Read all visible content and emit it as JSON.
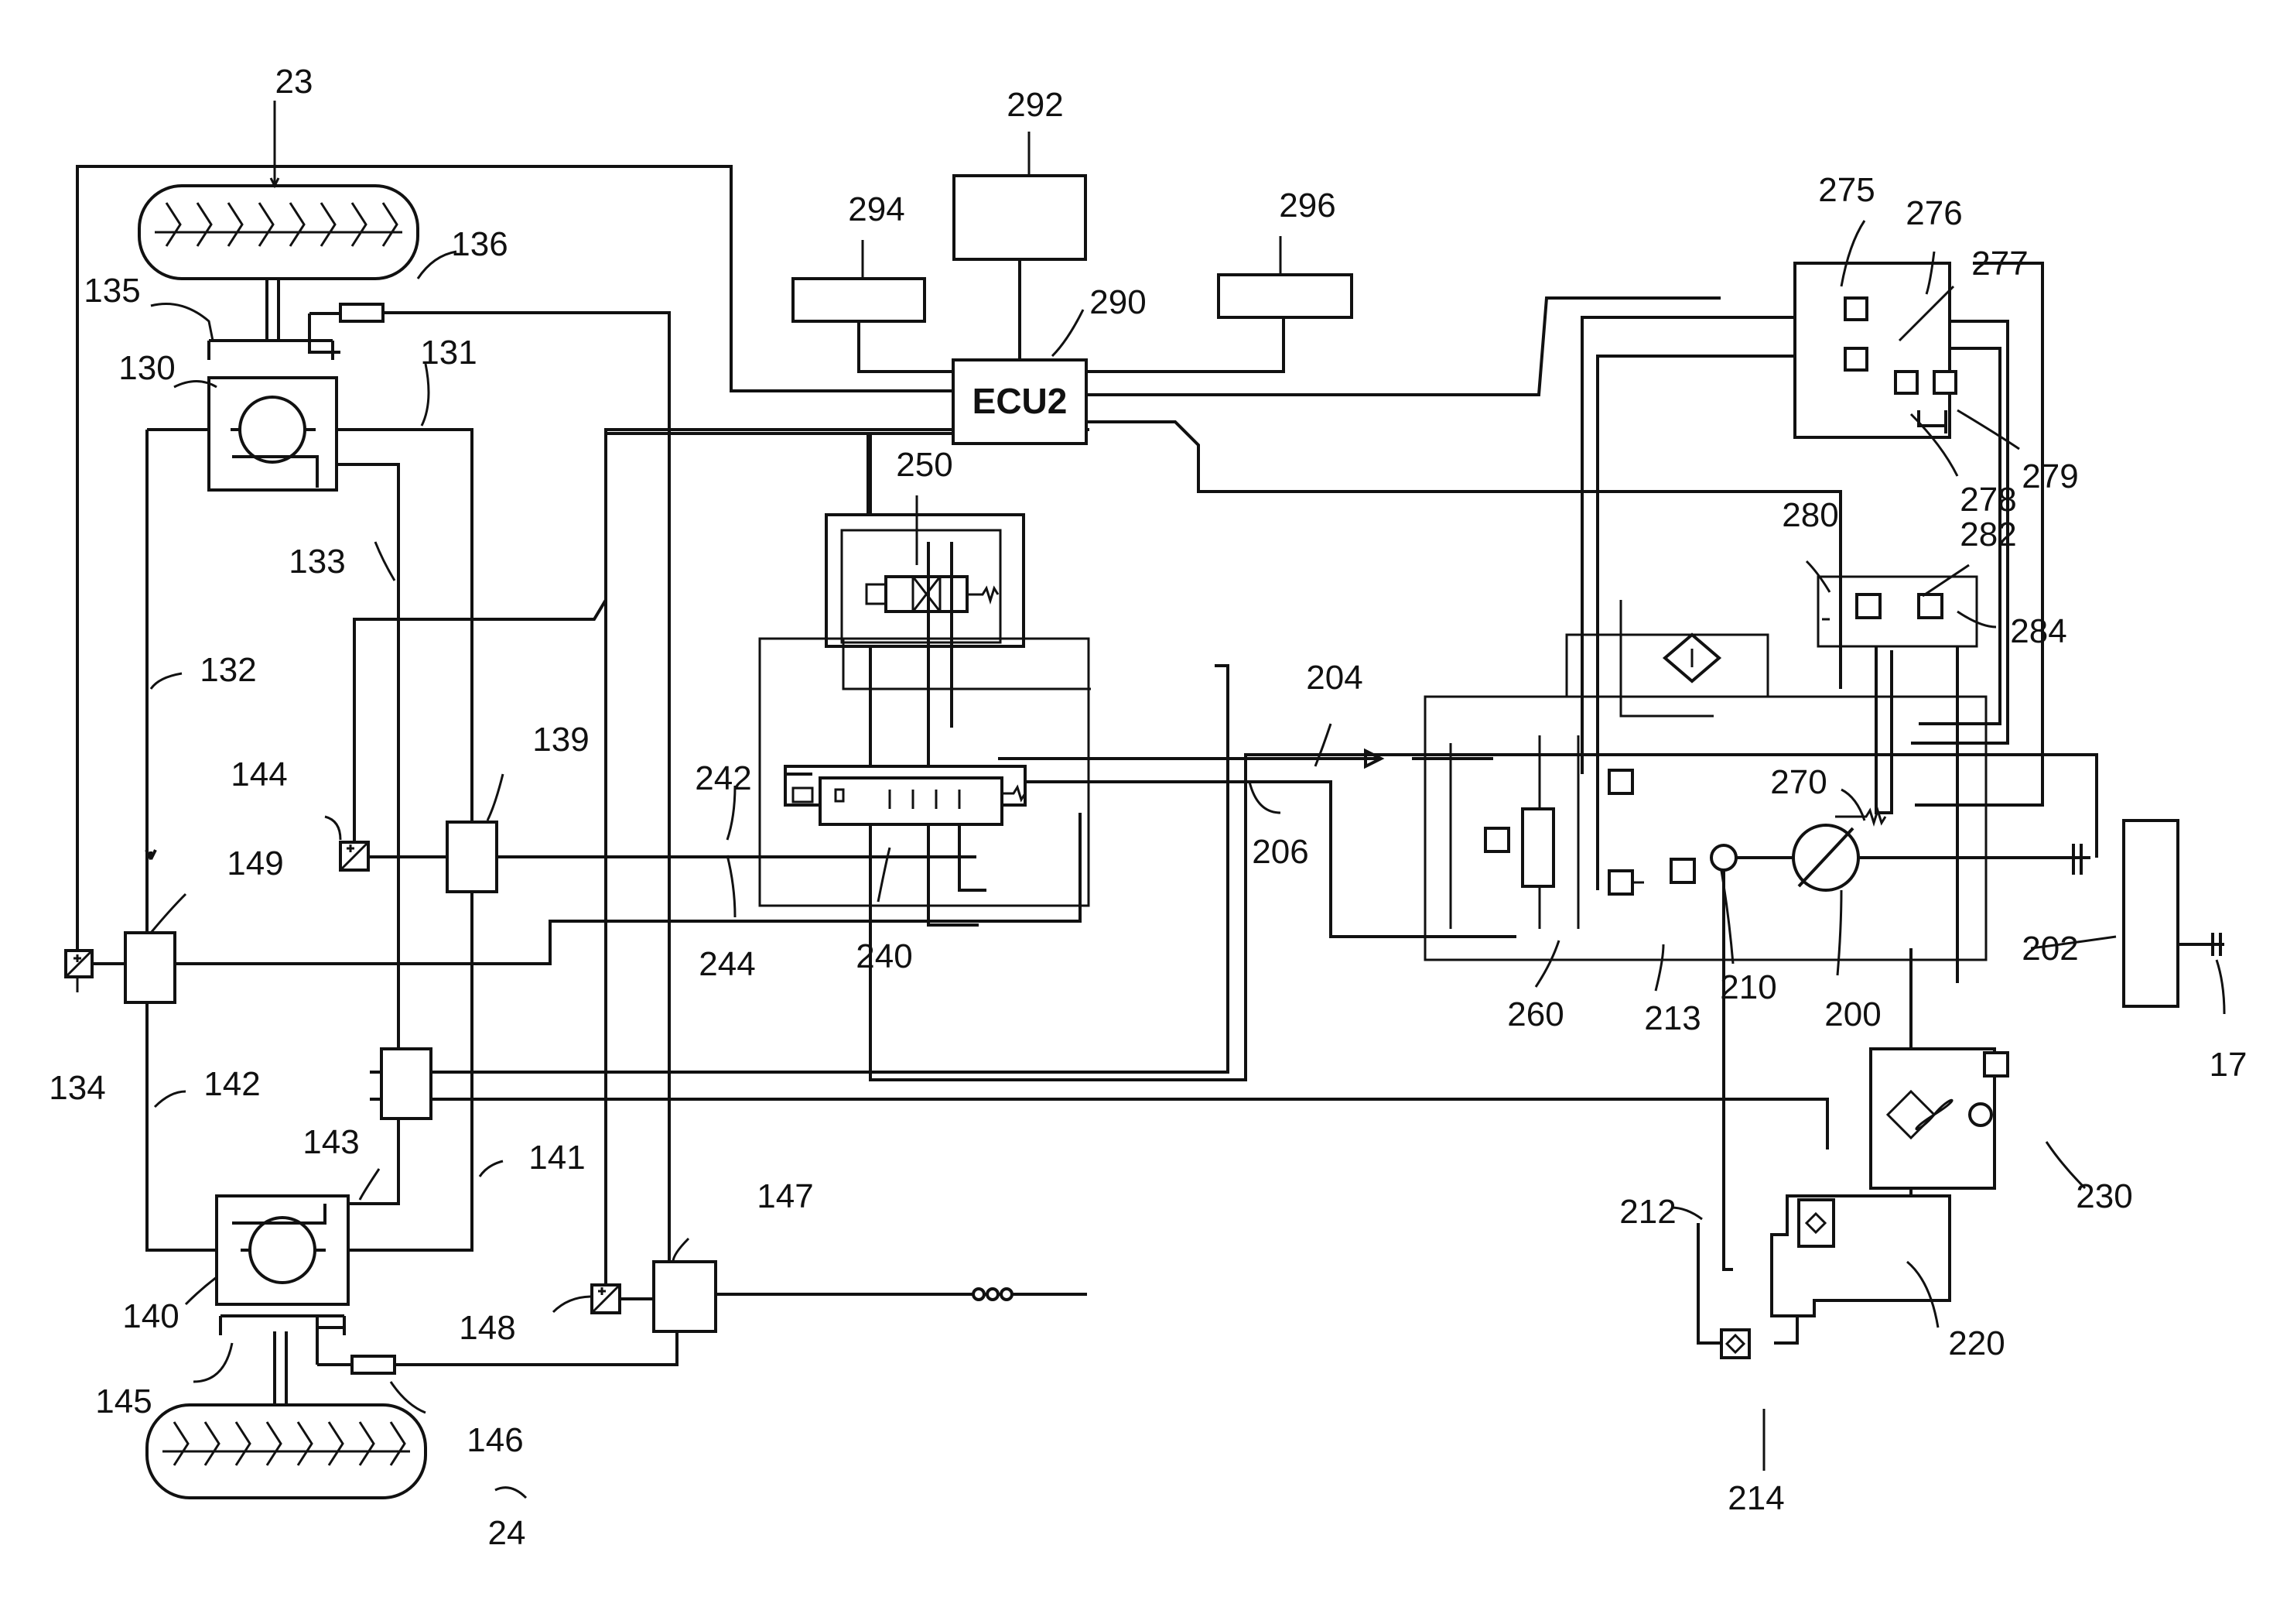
{
  "diagram": {
    "ecu_label": "ECU2",
    "labels": {
      "l23": "23",
      "l24": "24",
      "l17": "17",
      "l130": "130",
      "l131": "131",
      "l132": "132",
      "l133": "133",
      "l134": "134",
      "l135": "135",
      "l136": "136",
      "l139": "139",
      "l140": "140",
      "l141": "141",
      "l142": "142",
      "l143": "143",
      "l144": "144",
      "l145": "145",
      "l146": "146",
      "l147": "147",
      "l148": "148",
      "l149": "149",
      "l200": "200",
      "l202": "202",
      "l204": "204",
      "l206": "206",
      "l210": "210",
      "l212": "212",
      "l213": "213",
      "l214": "214",
      "l220": "220",
      "l230": "230",
      "l240": "240",
      "l242": "242",
      "l244": "244",
      "l250": "250",
      "l260": "260",
      "l270": "270",
      "l275": "275",
      "l276": "276",
      "l277": "277",
      "l278": "278",
      "l279": "279",
      "l280": "280",
      "l282": "282",
      "l284": "284",
      "l290": "290",
      "l292": "292",
      "l294": "294",
      "l296": "296"
    }
  }
}
